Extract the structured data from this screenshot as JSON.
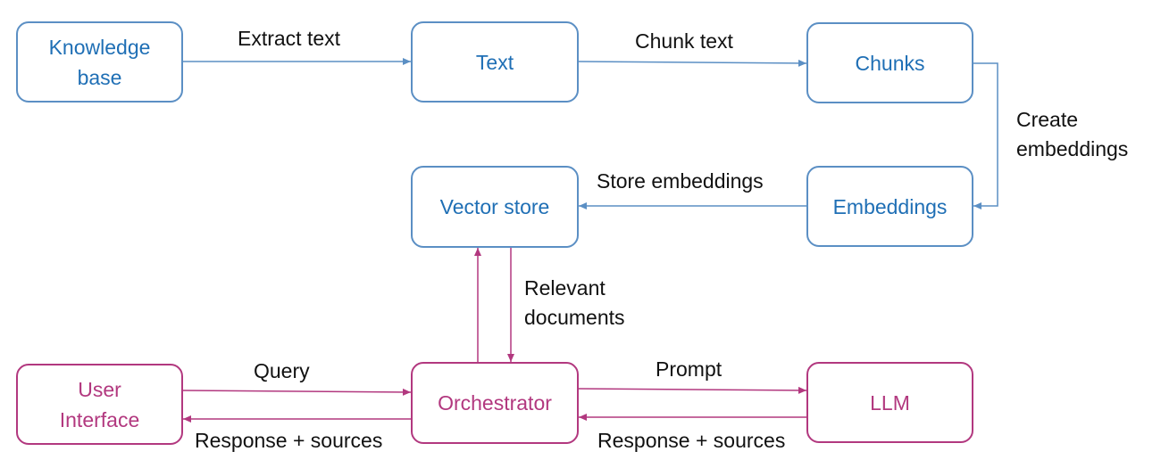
{
  "colors": {
    "ingest_border": "#5b8fc4",
    "ingest_text": "#1f6fb5",
    "ingest_arrow": "#5b8fc4",
    "query_border": "#b2387f",
    "query_text": "#b2387f",
    "query_arrow": "#b2387f",
    "edge_label_text": "#111111"
  },
  "nodes": {
    "knowledge_base": "Knowledge\nbase",
    "text": "Text",
    "chunks": "Chunks",
    "embeddings": "Embeddings",
    "vector_store": "Vector store",
    "user_interface": "User\nInterface",
    "orchestrator": "Orchestrator",
    "llm": "LLM"
  },
  "edges": {
    "extract_text": "Extract text",
    "chunk_text": "Chunk text",
    "create_embeddings": "Create\nembeddings",
    "store_embeddings": "Store embeddings",
    "relevant_documents": "Relevant\ndocuments",
    "query": "Query",
    "response_sources_ui": "Response + sources",
    "prompt": "Prompt",
    "response_sources_llm": "Response + sources"
  }
}
